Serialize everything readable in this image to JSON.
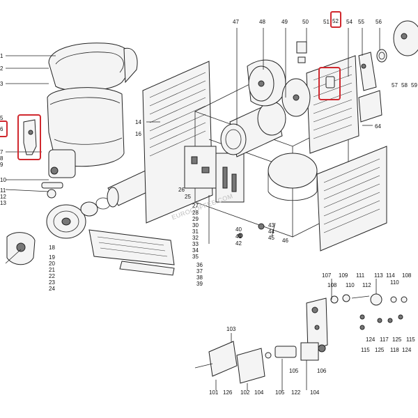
{
  "diagram": {
    "watermark": "EUROCOFFEE.COM",
    "labels": [
      {
        "id": "p1",
        "text": "1"
      },
      {
        "id": "p2",
        "text": "2"
      },
      {
        "id": "p3",
        "text": "3"
      },
      {
        "id": "p5",
        "text": "5"
      },
      {
        "id": "p6",
        "text": "6"
      },
      {
        "id": "p7",
        "text": "7"
      },
      {
        "id": "p8",
        "text": "8"
      },
      {
        "id": "p9",
        "text": "9"
      },
      {
        "id": "p10",
        "text": "10"
      },
      {
        "id": "p11",
        "text": "11"
      },
      {
        "id": "p12",
        "text": "12"
      },
      {
        "id": "p13",
        "text": "13"
      },
      {
        "id": "p14",
        "text": "14"
      },
      {
        "id": "p16",
        "text": "16"
      },
      {
        "id": "p18",
        "text": "18"
      },
      {
        "id": "p19",
        "text": "19"
      },
      {
        "id": "p20",
        "text": "20"
      },
      {
        "id": "p21",
        "text": "21"
      },
      {
        "id": "p22",
        "text": "22"
      },
      {
        "id": "p23",
        "text": "23"
      },
      {
        "id": "p24",
        "text": "24"
      },
      {
        "id": "p25",
        "text": "25"
      },
      {
        "id": "p26",
        "text": "26"
      },
      {
        "id": "p27",
        "text": "27"
      },
      {
        "id": "p28",
        "text": "28"
      },
      {
        "id": "p29",
        "text": "29"
      },
      {
        "id": "p30",
        "text": "30"
      },
      {
        "id": "p31",
        "text": "31"
      },
      {
        "id": "p32",
        "text": "32"
      },
      {
        "id": "p33",
        "text": "33"
      },
      {
        "id": "p34",
        "text": "34"
      },
      {
        "id": "p35",
        "text": "35"
      },
      {
        "id": "p36",
        "text": "36"
      },
      {
        "id": "p37",
        "text": "37"
      },
      {
        "id": "p38",
        "text": "38"
      },
      {
        "id": "p39",
        "text": "39"
      },
      {
        "id": "p40",
        "text": "40"
      },
      {
        "id": "p41",
        "text": "41"
      },
      {
        "id": "p42",
        "text": "42"
      },
      {
        "id": "p43",
        "text": "43"
      },
      {
        "id": "p44",
        "text": "44"
      },
      {
        "id": "p45",
        "text": "45"
      },
      {
        "id": "p46",
        "text": "46"
      },
      {
        "id": "p47",
        "text": "47"
      },
      {
        "id": "p48",
        "text": "48"
      },
      {
        "id": "p49",
        "text": "49"
      },
      {
        "id": "p50",
        "text": "50"
      },
      {
        "id": "p51",
        "text": "51"
      },
      {
        "id": "p52",
        "text": "52"
      },
      {
        "id": "p54",
        "text": "54"
      },
      {
        "id": "p55",
        "text": "55"
      },
      {
        "id": "p56",
        "text": "56"
      },
      {
        "id": "p57",
        "text": "57"
      },
      {
        "id": "p58",
        "text": "58"
      },
      {
        "id": "p59",
        "text": "59"
      },
      {
        "id": "p64",
        "text": "64"
      },
      {
        "id": "p101",
        "text": "101"
      },
      {
        "id": "p102",
        "text": "102"
      },
      {
        "id": "p103",
        "text": "103"
      },
      {
        "id": "p104a",
        "text": "104"
      },
      {
        "id": "p104b",
        "text": "104"
      },
      {
        "id": "p105a",
        "text": "105"
      },
      {
        "id": "p105b",
        "text": "105"
      },
      {
        "id": "p106",
        "text": "106"
      },
      {
        "id": "p107",
        "text": "107"
      },
      {
        "id": "p108a",
        "text": "108"
      },
      {
        "id": "p108b",
        "text": "108"
      },
      {
        "id": "p109",
        "text": "109"
      },
      {
        "id": "p110a",
        "text": "110"
      },
      {
        "id": "p110b",
        "text": "110"
      },
      {
        "id": "p111",
        "text": "111"
      },
      {
        "id": "p112",
        "text": "112"
      },
      {
        "id": "p113",
        "text": "113"
      },
      {
        "id": "p114",
        "text": "114"
      },
      {
        "id": "p115a",
        "text": "115"
      },
      {
        "id": "p115b",
        "text": "115"
      },
      {
        "id": "p117",
        "text": "117"
      },
      {
        "id": "p118",
        "text": "118"
      },
      {
        "id": "p122",
        "text": "122"
      },
      {
        "id": "p124a",
        "text": "124"
      },
      {
        "id": "p124b",
        "text": "124"
      },
      {
        "id": "p125a",
        "text": "125"
      },
      {
        "id": "p125b",
        "text": "125"
      },
      {
        "id": "p126",
        "text": "126"
      }
    ],
    "highlight_color": "#d0282e"
  }
}
